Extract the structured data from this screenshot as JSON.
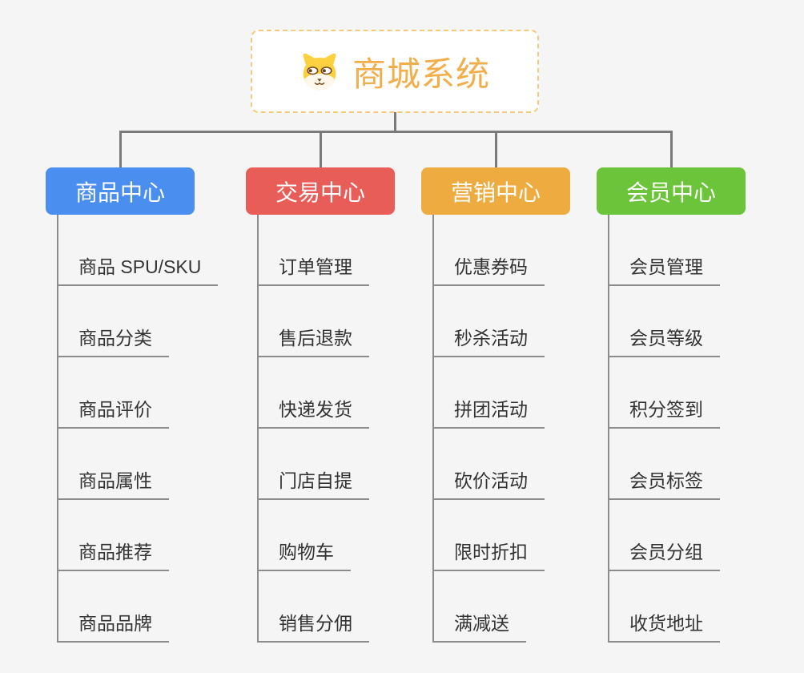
{
  "page": {
    "background": "#f5f5f6"
  },
  "root": {
    "title": "商城系统",
    "icon": "dog-face-icon",
    "title_color": "#f2ae4b",
    "border_color": "#f8c87c"
  },
  "connector": {
    "line_color": "#7a7a7a",
    "underline_color": "#8c8c8c"
  },
  "branches": [
    {
      "label": "商品中心",
      "color": "#4a8ef0",
      "items": [
        "商品 SPU/SKU",
        "商品分类",
        "商品评价",
        "商品属性",
        "商品推荐",
        "商品品牌"
      ]
    },
    {
      "label": "交易中心",
      "color": "#e85d58",
      "items": [
        "订单管理",
        "售后退款",
        "快递发货",
        "门店自提",
        "购物车",
        "销售分佣"
      ]
    },
    {
      "label": "营销中心",
      "color": "#eeac40",
      "items": [
        "优惠券码",
        "秒杀活动",
        "拼团活动",
        "砍价活动",
        "限时折扣",
        "满减送"
      ]
    },
    {
      "label": "会员中心",
      "color": "#6cc43a",
      "items": [
        "会员管理",
        "会员等级",
        "积分签到",
        "会员标签",
        "会员分组",
        "收货地址"
      ]
    }
  ]
}
